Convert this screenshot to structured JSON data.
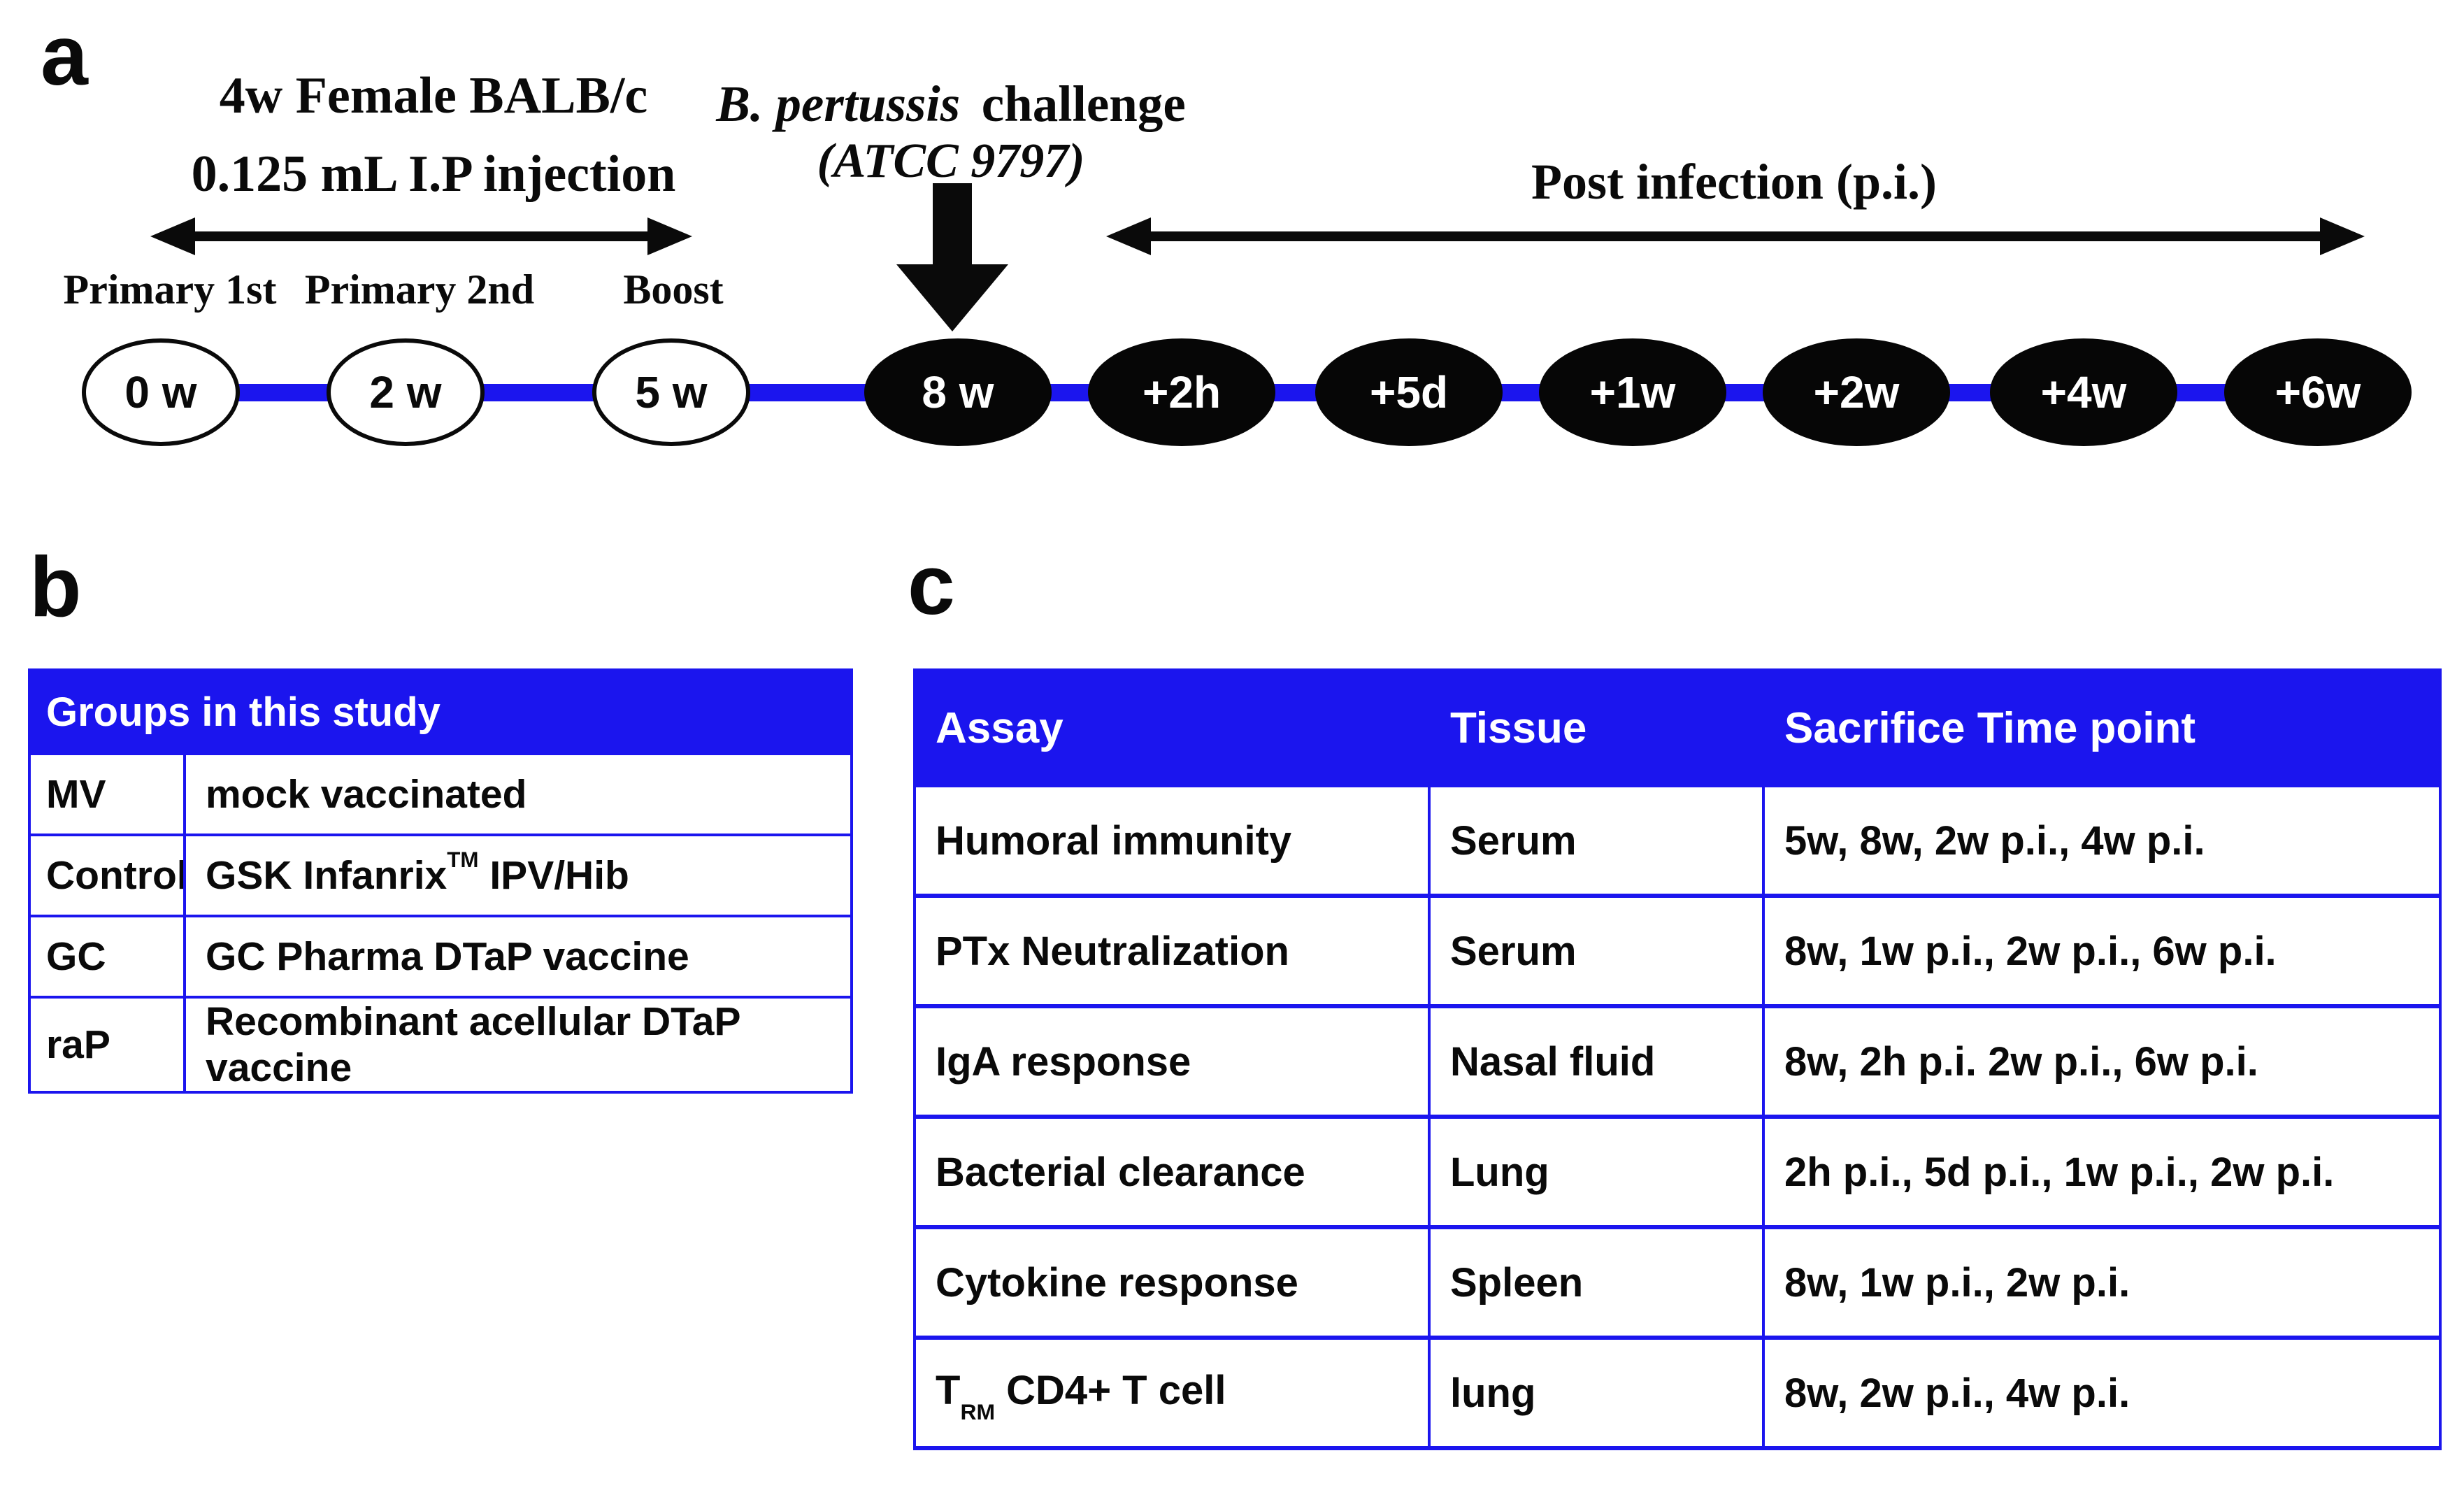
{
  "panels": {
    "a": "a",
    "b": "b",
    "c": "c"
  },
  "timeline": {
    "subject_line1": "4w Female BALB/c",
    "subject_line2": "0.125 mL I.P injection",
    "phase_labels": [
      "Primary 1st",
      "Primary 2nd",
      "Boost"
    ],
    "challenge_species": "B. pertussis",
    "challenge_word": "challenge",
    "challenge_strain": "(ATCC 9797)",
    "post_infection_label": "Post infection (p.i.)",
    "nodes": [
      {
        "label": "0 w",
        "filled": false
      },
      {
        "label": "2 w",
        "filled": false
      },
      {
        "label": "5 w",
        "filled": false
      },
      {
        "label": "8 w",
        "filled": true
      },
      {
        "label": "+2h",
        "filled": true
      },
      {
        "label": "+5d",
        "filled": true
      },
      {
        "label": "+1w",
        "filled": true
      },
      {
        "label": "+2w",
        "filled": true
      },
      {
        "label": "+4w",
        "filled": true
      },
      {
        "label": "+6w",
        "filled": true
      }
    ]
  },
  "groups_table": {
    "title": "Groups in this study",
    "rows": [
      {
        "abbr": "MV",
        "desc": "mock vaccinated"
      },
      {
        "abbr": "Control",
        "desc_pre": "GSK Infanrix",
        "desc_sup": "TM",
        "desc_post": " IPV/Hib"
      },
      {
        "abbr": "GC",
        "desc": "GC Pharma DTaP vaccine"
      },
      {
        "abbr": "raP",
        "desc": "Recombinant acellular DTaP vaccine"
      }
    ]
  },
  "assay_table": {
    "headers": [
      "Assay",
      "Tissue",
      "Sacrifice Time point"
    ],
    "rows": [
      {
        "assay": "Humoral immunity",
        "tissue": "Serum",
        "time": "5w, 8w, 2w p.i., 4w p.i."
      },
      {
        "assay": "PTx Neutralization",
        "tissue": "Serum",
        "time": "8w, 1w p.i., 2w p.i., 6w p.i."
      },
      {
        "assay": "IgA response",
        "tissue": "Nasal fluid",
        "time": "8w, 2h p.i. 2w p.i., 6w p.i."
      },
      {
        "assay": "Bacterial clearance",
        "tissue": "Lung",
        "time": "2h p.i., 5d p.i., 1w p.i., 2w p.i."
      },
      {
        "assay": "Cytokine response",
        "tissue": "Spleen",
        "time": "8w, 1w p.i., 2w p.i."
      },
      {
        "assay_pre": "T",
        "assay_sub": "RM",
        "assay_post": " CD4+ T cell",
        "tissue": "lung",
        "time": "8w, 2w p.i., 4w p.i."
      }
    ]
  },
  "colors": {
    "accent_blue": "#1b15ee",
    "node_fill": "#060606",
    "text_black": "#0a0a0a"
  }
}
